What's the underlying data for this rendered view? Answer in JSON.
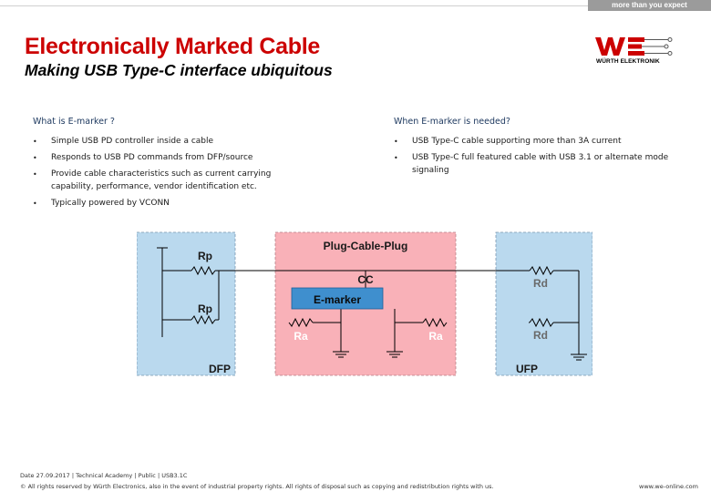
{
  "header": {
    "slogan": "more than you expect",
    "title": "Electronically Marked Cable",
    "subtitle": "Making USB Type-C interface ubiquitous"
  },
  "logo": {
    "company": "WÜRTH ELEKTRONIK",
    "icon": "we-logo-icon"
  },
  "left_column": {
    "heading": "What is E-marker ?",
    "items": [
      "Simple USB PD controller inside a cable",
      "Responds to USB PD commands from DFP/source",
      "Provide cable characteristics such as current carrying capability, performance, vendor identification etc.",
      "Typically powered by VCONN"
    ]
  },
  "right_column": {
    "heading": "When E-marker is needed?",
    "items": [
      "USB Type-C cable supporting more than 3A current",
      "USB Type-C full featured cable with USB 3.1 or alternate mode signaling"
    ]
  },
  "diagram": {
    "center_title": "Plug-Cable-Plug",
    "cc_label": "CC",
    "emarker_label": "E-marker",
    "dfp_label": "DFP",
    "ufp_label": "UFP",
    "rp1_label": "Rp",
    "rp2_label": "Rp",
    "rd1_label": "Rd",
    "rd2_label": "Rd",
    "ra1_label": "Ra",
    "ra2_label": "Ra",
    "colors": {
      "dfp_ufp_fill": "#bad9ee",
      "center_fill": "#f9b1b8",
      "emarker_fill": "#3f8fce",
      "resistor_label": "#6a6a6a",
      "ra_label": "#ffffff",
      "line": "#000000"
    }
  },
  "footer": {
    "date": "Date 27.09.2017",
    "department": "Technical Academy",
    "classification": "Public",
    "doc_id": "USB3.1C",
    "rights": "© All rights reserved by Würth Electronics, also in the event of industrial property rights. All rights of disposal such as copying and redistribution rights with us.",
    "url": "www.we-online.com"
  },
  "colors": {
    "title_red": "#cc0000",
    "slogan_bar": "#9b9b9b",
    "heading_blue": "#1f3a60"
  }
}
